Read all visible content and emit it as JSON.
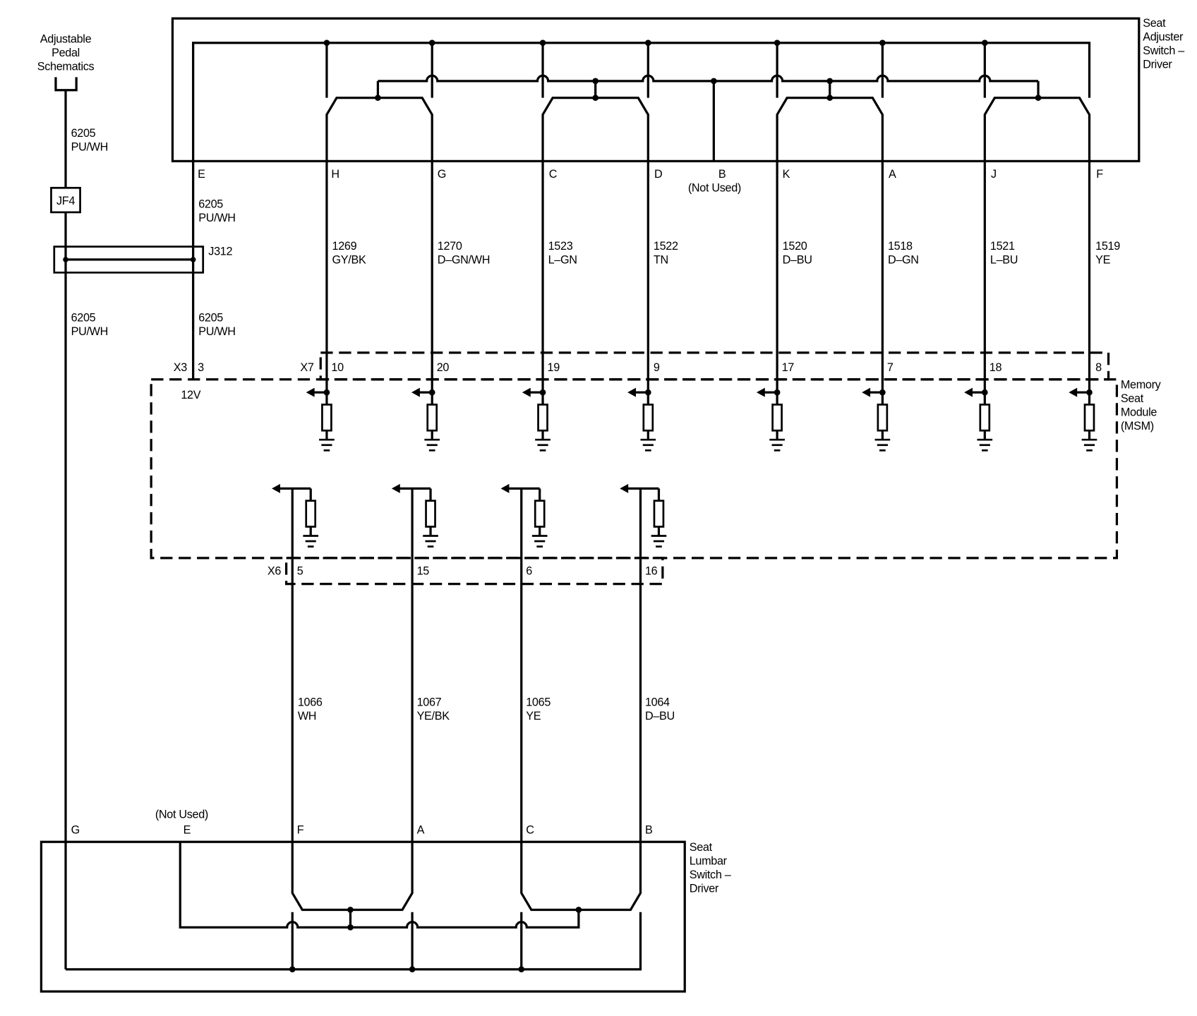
{
  "pedal_reference": {
    "lines": [
      "Adjustable",
      "Pedal",
      "Schematics"
    ],
    "wire_number": "6205",
    "wire_color": "PU/WH"
  },
  "splice_jf4": {
    "label": "JF4"
  },
  "splice_j312": {
    "label": "J312"
  },
  "feed_wires": [
    {
      "number": "6205",
      "color": "PU/WH"
    },
    {
      "number": "6205",
      "color": "PU/WH"
    },
    {
      "number": "6205",
      "color": "PU/WH"
    }
  ],
  "seat_adjuster_switch": {
    "title": [
      "Seat",
      "Adjuster",
      "Switch –",
      "Driver"
    ],
    "feed_pin": "E",
    "unused_pin": {
      "letter": "B",
      "note": "(Not Used)"
    },
    "circuits": [
      {
        "pin": "H",
        "wire": "1269",
        "color": "GY/BK",
        "msm_pin": "10"
      },
      {
        "pin": "G",
        "wire": "1270",
        "color": "D–GN/WH",
        "msm_pin": "20"
      },
      {
        "pin": "C",
        "wire": "1523",
        "color": "L–GN",
        "msm_pin": "19"
      },
      {
        "pin": "D",
        "wire": "1522",
        "color": "TN",
        "msm_pin": "9"
      },
      {
        "pin": "K",
        "wire": "1520",
        "color": "D–BU",
        "msm_pin": "17"
      },
      {
        "pin": "A",
        "wire": "1518",
        "color": "D–GN",
        "msm_pin": "7"
      },
      {
        "pin": "J",
        "wire": "1521",
        "color": "L–BU",
        "msm_pin": "18"
      },
      {
        "pin": "F",
        "wire": "1519",
        "color": "YE",
        "msm_pin": "8"
      }
    ]
  },
  "memory_seat_module": {
    "title": [
      "Memory",
      "Seat",
      "Module",
      "(MSM)"
    ],
    "connector_x3": {
      "name": "X3",
      "pin": "3",
      "voltage": "12V"
    },
    "connector_x7": {
      "name": "X7"
    },
    "connector_x6": {
      "name": "X6"
    }
  },
  "seat_lumbar_switch": {
    "title": [
      "Seat",
      "Lumbar",
      "Switch –",
      "Driver"
    ],
    "feed_pin": "G",
    "unused_pin": {
      "letter": "E",
      "note": "(Not Used)"
    },
    "circuits": [
      {
        "pin": "F",
        "wire": "1066",
        "color": "WH",
        "msm_pin": "5"
      },
      {
        "pin": "A",
        "wire": "1067",
        "color": "YE/BK",
        "msm_pin": "15"
      },
      {
        "pin": "C",
        "wire": "1065",
        "color": "YE",
        "msm_pin": "6"
      },
      {
        "pin": "B",
        "wire": "1064",
        "color": "D–BU",
        "msm_pin": "16"
      }
    ]
  }
}
